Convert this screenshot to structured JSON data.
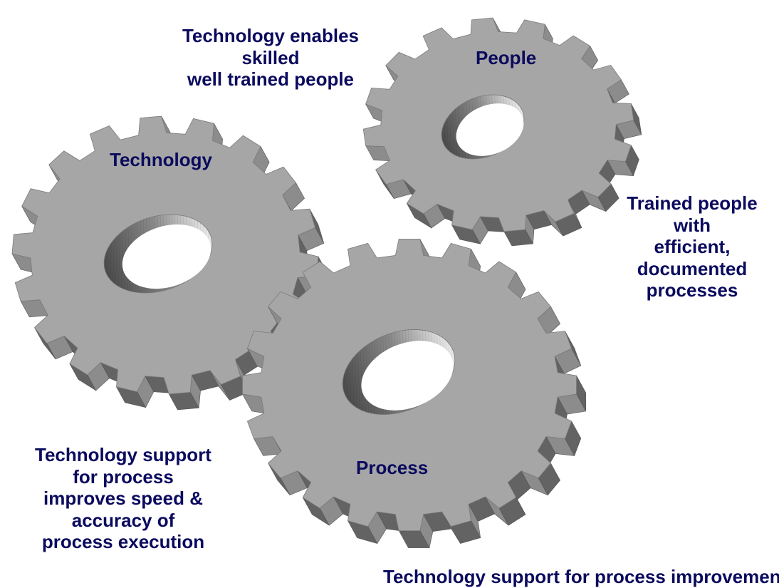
{
  "gears": {
    "people": {
      "label": "People"
    },
    "technology": {
      "label": "Technology"
    },
    "process": {
      "label": "Process"
    }
  },
  "annotations": {
    "tech_people": [
      "Technology enables",
      "skilled",
      "well trained people"
    ],
    "people_process": [
      "Trained people",
      "with",
      "efficient,",
      "documented",
      "processes"
    ],
    "tech_process": [
      "Technology support",
      "for process",
      "improves speed &",
      "accuracy of",
      "process execution"
    ],
    "bottom_cut": "Technology support for process improvement"
  },
  "colors": {
    "text": "#0a0a5e",
    "gear_face": "#a6a6a6",
    "gear_side_light": "#8c8c8c",
    "gear_side_dark": "#636363",
    "hole_gradient_dark": "#4a4a4a",
    "hole_gradient_light": "#ebebeb"
  }
}
